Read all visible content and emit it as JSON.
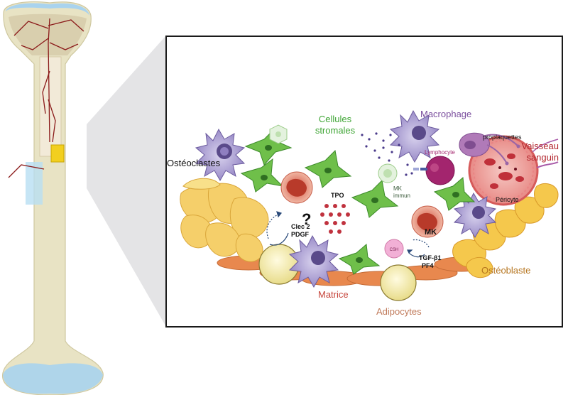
{
  "labels": {
    "osteoclasts": "Ostéoclastes",
    "stromal_line1": "Cellules",
    "stromal_line2": "stromales",
    "macrophage": "Macrophage",
    "proplatelets": "proplaquettes",
    "vessel_line1": "Vaisseau",
    "vessel_line2": "sanguin",
    "lymphocyte": "Lymphocyte",
    "mk_immune_line1": "MK",
    "mk_immune_line2": "immun",
    "tpo": "TPO",
    "question": "?",
    "clec2": "Clec 2",
    "pdgf": "PDGF",
    "mk": "MK",
    "csh": "CSH",
    "tgf": "TGF-β1",
    "pf4": "PF4",
    "pericyte": "Péricyte",
    "osteoblast": "Ostéoblaste",
    "matrix": "Matrice",
    "adipocytes": "Adipocytes"
  },
  "colors": {
    "stromal": "#3fa535",
    "macrophage": "#7b4f9e",
    "vessel": "#b3262e",
    "lymphocyte": "#a3256e",
    "osteoblast": "#b5741e",
    "matrix": "#c6443a",
    "adipocyte": "#c07a5a",
    "bone": "#e8e3c4",
    "cartilage": "#a9d3ee"
  }
}
